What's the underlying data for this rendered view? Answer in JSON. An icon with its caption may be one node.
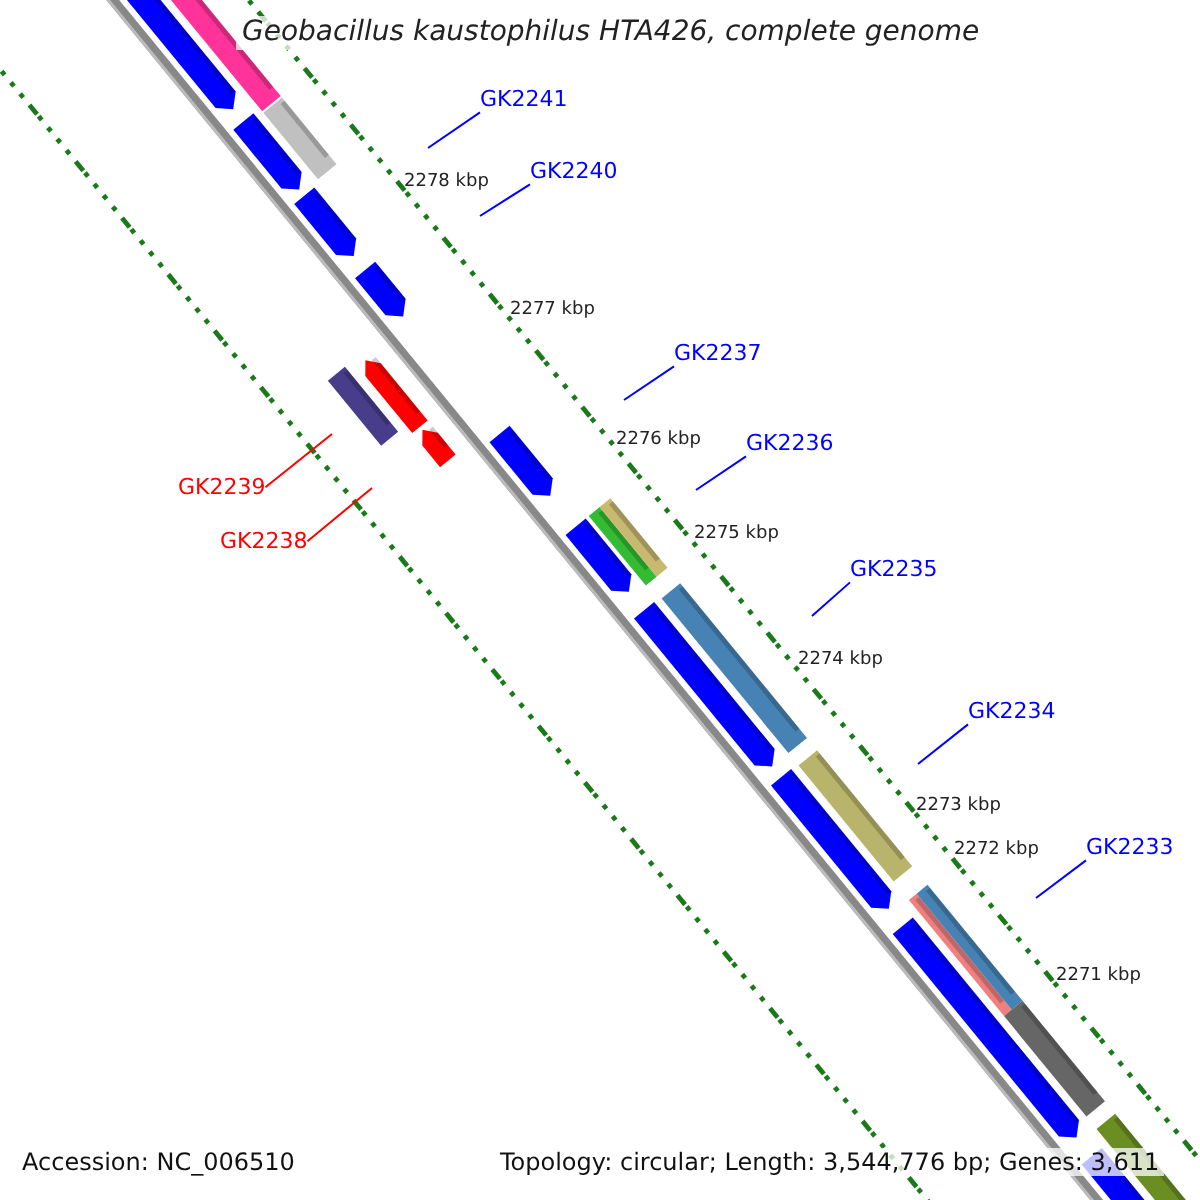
{
  "diagram": {
    "title": "Geobacillus kaustophilus HTA426, complete genome",
    "nodes": [
      {
        "text": [
          "GK2241"
        ]
      },
      {
        "text": [
          "GK2240"
        ]
      },
      {
        "text": [
          "GK2237"
        ]
      },
      {
        "text": [
          "GK2236"
        ]
      },
      {
        "text": [
          "GK2239"
        ]
      },
      {
        "text": [
          "GK2238"
        ]
      },
      {
        "text": [
          "GK2235"
        ]
      },
      {
        "text": [
          "GK2234"
        ]
      },
      {
        "text": [
          "GK2233"
        ]
      }
    ],
    "edges": [
      {
        "from": 0,
        "to": null,
        "arrow": "none"
      },
      {
        "from": 1,
        "to": null,
        "arrow": "none"
      },
      {
        "from": 2,
        "to": null,
        "arrow": "none"
      },
      {
        "from": 3,
        "to": null,
        "arrow": "none"
      },
      {
        "from": 4,
        "to": null,
        "arrow": "none",
        "color": "#ff0000"
      },
      {
        "from": 5,
        "to": null,
        "arrow": "none",
        "color": "#ff0000"
      },
      {
        "from": 6,
        "to": null,
        "arrow": "none"
      },
      {
        "from": 7,
        "to": null,
        "arrow": "none"
      },
      {
        "from": 8,
        "to": null,
        "arrow": "none"
      }
    ],
    "labels": [
      "2278 kbp",
      "2277 kbp",
      "2276 kbp",
      "2275 kbp",
      "2274 kbp",
      "2273 kbp",
      "2272 kbp",
      "2271 kbp",
      "Accession: NC_006510",
      "Topology: circular; Length: 3,544,776 bp; Genes: 3,611"
    ]
  }
}
